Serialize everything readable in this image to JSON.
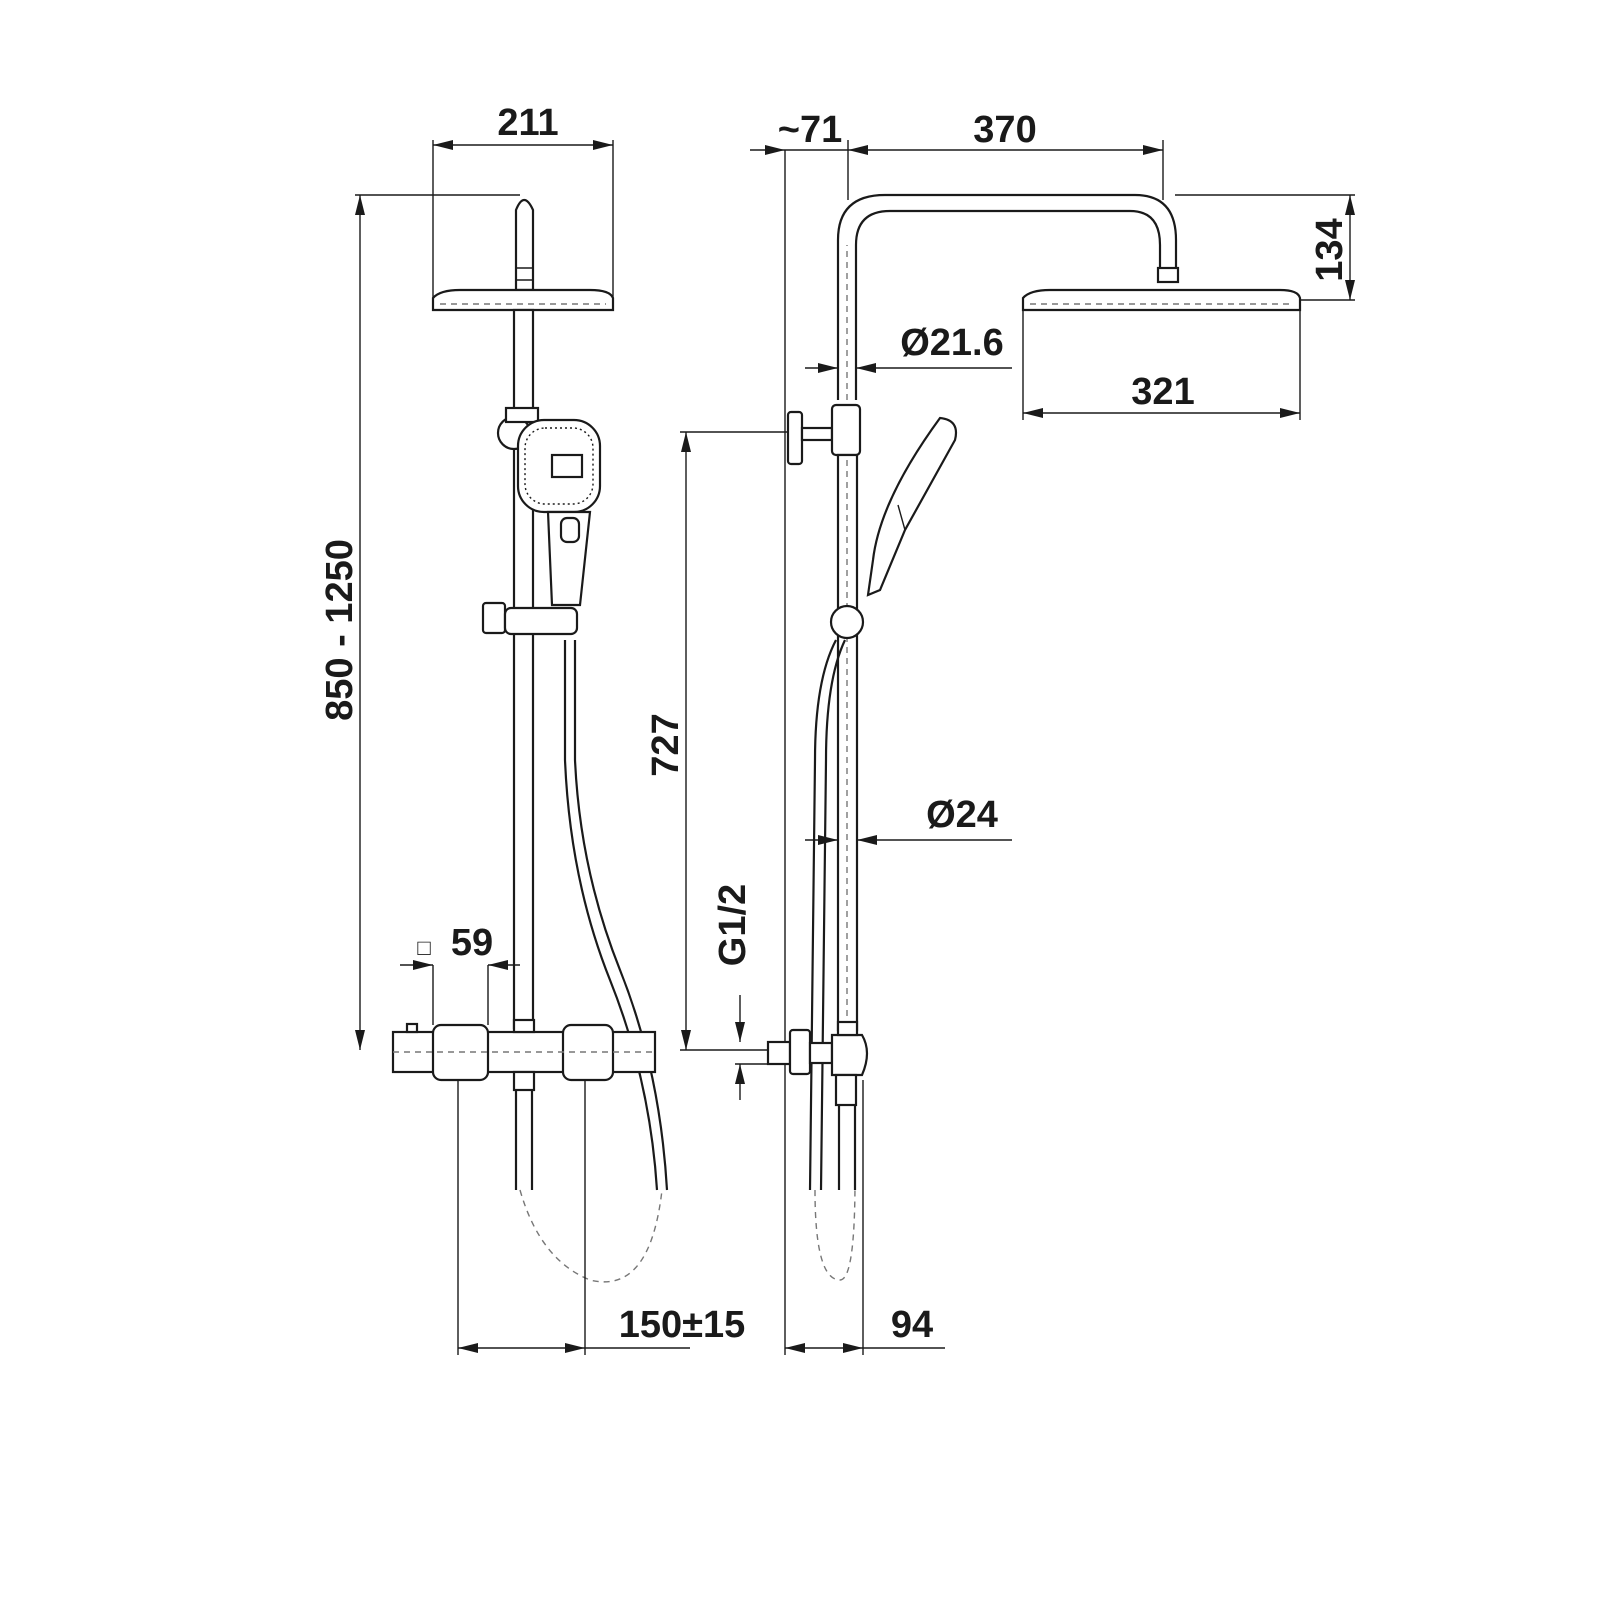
{
  "drawing": {
    "front_view": {
      "head_width": "211",
      "height_range": "850 - 1250",
      "knob_size": "59",
      "knob_size_symbol": "□",
      "wall_spacing": "150±15"
    },
    "side_view": {
      "wall_offset": "~71",
      "arm_length": "370",
      "head_height": "134",
      "arm_diameter": "Ø21.6",
      "head_depth": "321",
      "bracket_height": "727",
      "thread": "G1/2",
      "rail_diameter": "Ø24",
      "projection": "94"
    }
  }
}
